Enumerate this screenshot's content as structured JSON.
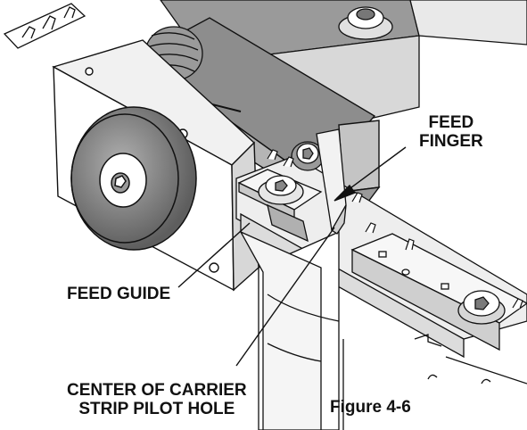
{
  "callouts": {
    "feed_finger": [
      "FEED",
      "FINGER"
    ],
    "feed_guide": "FEED GUIDE",
    "center_carrier": [
      "CENTER OF CARRIER",
      "STRIP PILOT HOLE"
    ]
  },
  "figure_caption": "Figure 4-6",
  "colors": {
    "ink": "#111111",
    "light_gray": "#e6e6e6",
    "mid_gray": "#bdbdbd",
    "dark_gray": "#8a8a8a",
    "darker_gray": "#6e6e6e",
    "white": "#ffffff"
  }
}
